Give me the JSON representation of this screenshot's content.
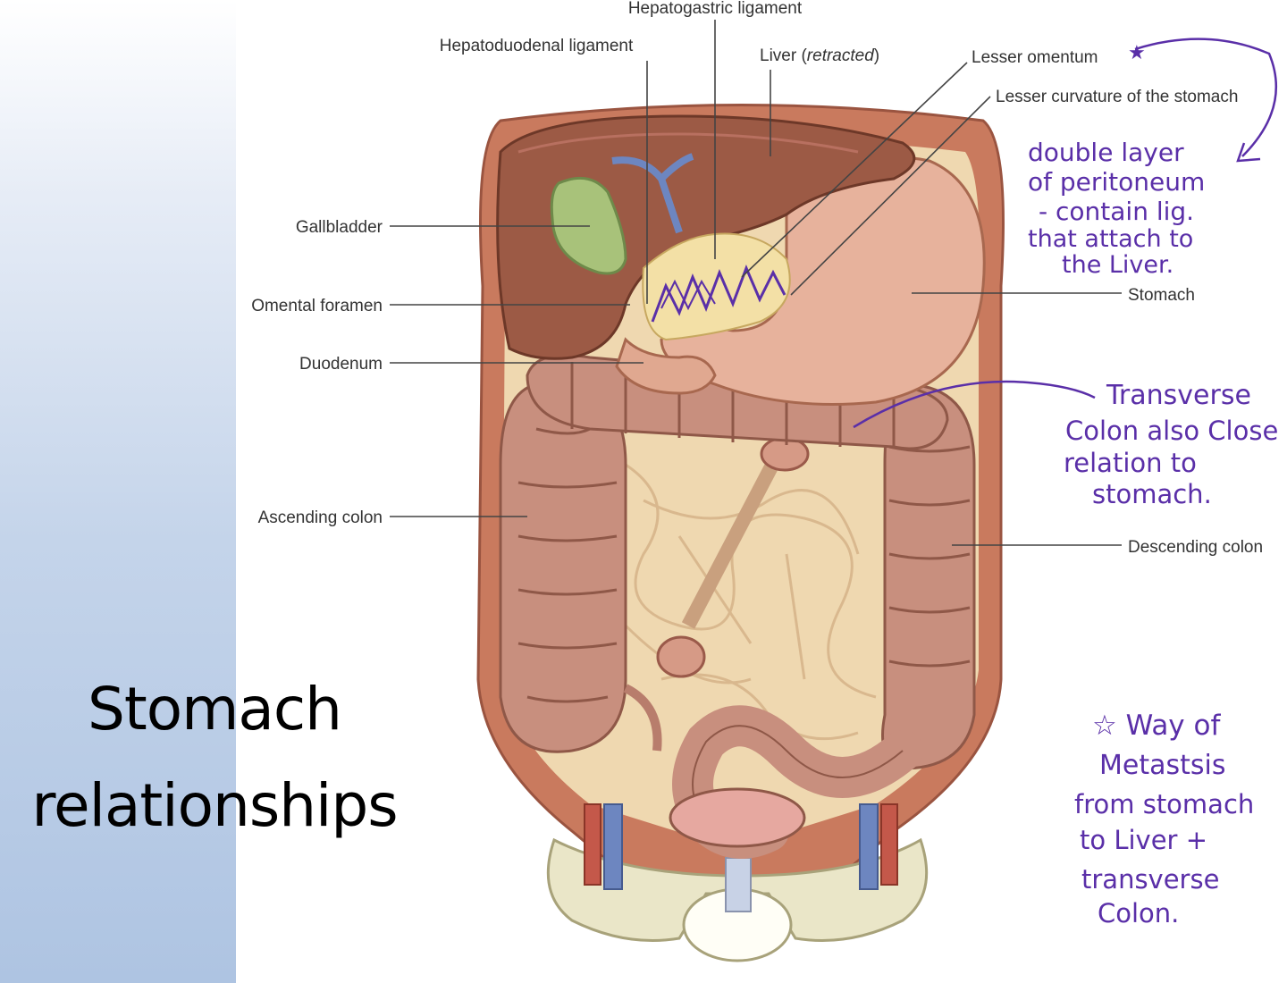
{
  "slide": {
    "title_line1": "Stomach",
    "title_line2": "relationships"
  },
  "colors": {
    "panel_gradient_top": "#ffffff",
    "panel_gradient_bottom": "#aec4e2",
    "annotation_ink": "#5a2fa8",
    "label_text": "#333333"
  },
  "labels": {
    "hepatogastric": "Hepatogastric ligament",
    "hepatoduodenal": "Hepatoduodenal ligament",
    "liver_name": "Liver (",
    "liver_note": "retracted",
    "liver_close": ")",
    "lesser_omentum": "Lesser omentum",
    "lesser_curvature": "Lesser curvature of the stomach",
    "gallbladder": "Gallbladder",
    "omental_foramen": "Omental foramen",
    "duodenum": "Duodenum",
    "stomach": "Stomach",
    "ascending_colon": "Ascending colon",
    "descending_colon": "Descending colon"
  },
  "annotations": {
    "omentum_note": [
      "double layer",
      "of peritoneum",
      "- contain lig.",
      "that attach to",
      "the Liver."
    ],
    "colon_note": [
      "Transverse",
      "Colon also Close",
      "relation to",
      "stomach."
    ],
    "metastasis_note": [
      "☆ Way of",
      "Metastsis",
      "from stomach",
      "to Liver +",
      "transverse",
      "Colon."
    ]
  }
}
